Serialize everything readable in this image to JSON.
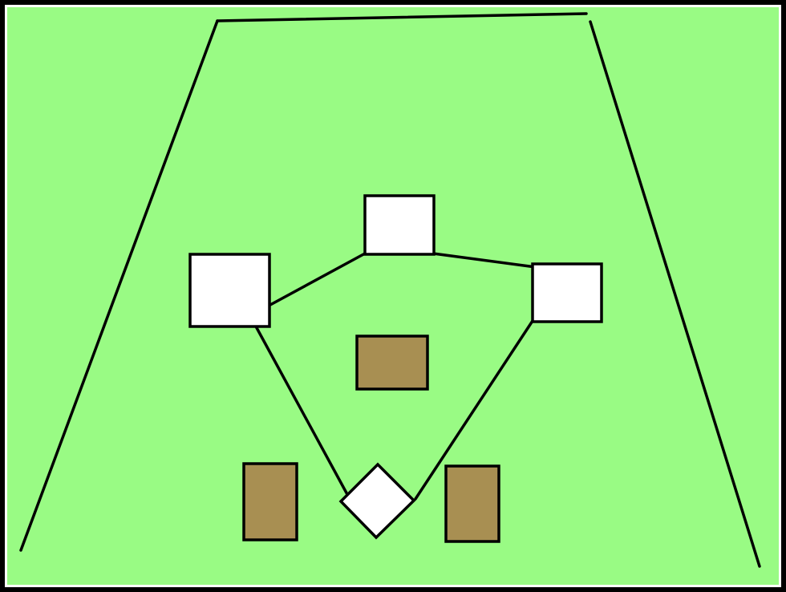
{
  "colors": {
    "frame": "#000000",
    "frame_inner": "#ffffff",
    "field": "#99fb84",
    "line": "#000000",
    "base": "#ffffff",
    "dirt": "#a88f52"
  },
  "field": {
    "foul_lines": [
      "left-foul-line",
      "right-foul-line"
    ],
    "outfield_fence": "outfield-fence",
    "bases": [
      "first-base",
      "second-base",
      "third-base",
      "home-plate"
    ],
    "dirt_boxes": [
      "pitchers-mound",
      "left-batters-box",
      "right-batters-box"
    ]
  }
}
